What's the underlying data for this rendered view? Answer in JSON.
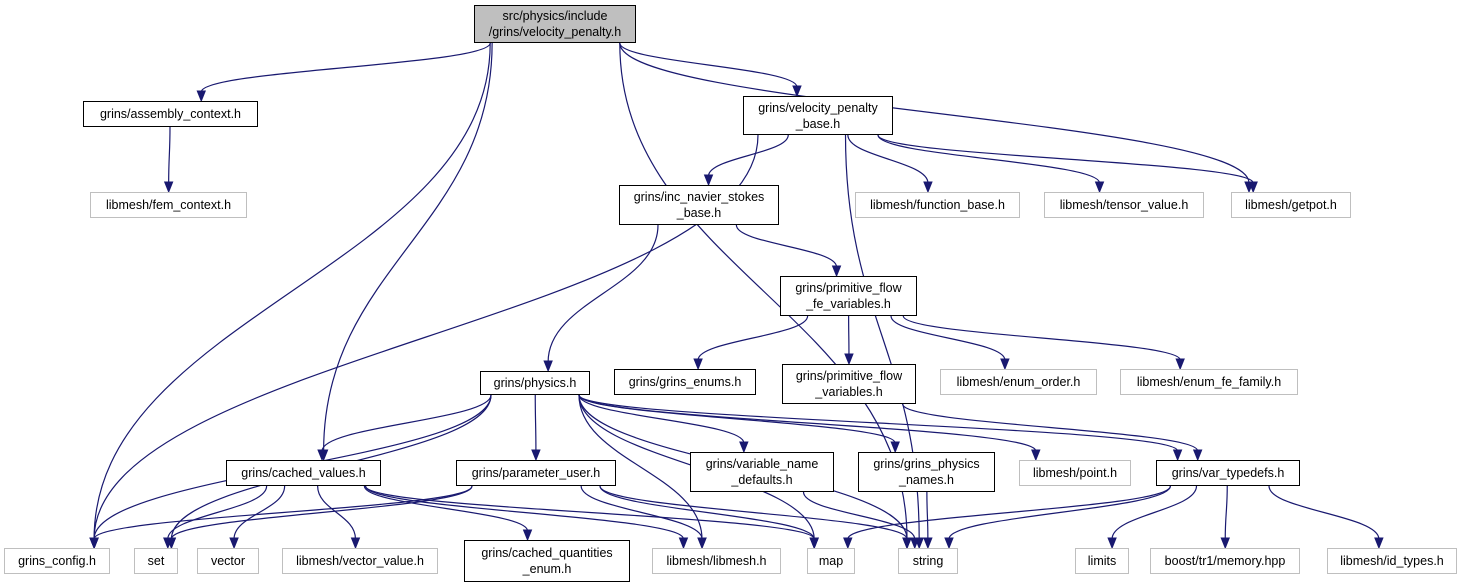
{
  "colors": {
    "edge": "#191970",
    "root_fill": "#bfbfbf",
    "internal_border": "#000000",
    "external_border": "#bfbfbf"
  },
  "nodes": [
    {
      "id": "root",
      "label": "src/physics/include\n/grins/velocity_penalty.h",
      "kind": "root"
    },
    {
      "id": "assembly",
      "label": "grins/assembly_context.h",
      "kind": "internal"
    },
    {
      "id": "vpbase",
      "label": "grins/velocity_penalty\n_base.h",
      "kind": "internal"
    },
    {
      "id": "femctx",
      "label": "libmesh/fem_context.h",
      "kind": "external"
    },
    {
      "id": "incns",
      "label": "grins/inc_navier_stokes\n_base.h",
      "kind": "internal"
    },
    {
      "id": "funcbase",
      "label": "libmesh/function_base.h",
      "kind": "external"
    },
    {
      "id": "tensor",
      "label": "libmesh/tensor_value.h",
      "kind": "external"
    },
    {
      "id": "getpot",
      "label": "libmesh/getpot.h",
      "kind": "external"
    },
    {
      "id": "primfe",
      "label": "grins/primitive_flow\n_fe_variables.h",
      "kind": "internal"
    },
    {
      "id": "physics",
      "label": "grins/physics.h",
      "kind": "internal"
    },
    {
      "id": "enums",
      "label": "grins/grins_enums.h",
      "kind": "internal"
    },
    {
      "id": "primvars",
      "label": "grins/primitive_flow\n_variables.h",
      "kind": "internal"
    },
    {
      "id": "enumorder",
      "label": "libmesh/enum_order.h",
      "kind": "external"
    },
    {
      "id": "enumfe",
      "label": "libmesh/enum_fe_family.h",
      "kind": "external"
    },
    {
      "id": "cached",
      "label": "grins/cached_values.h",
      "kind": "internal"
    },
    {
      "id": "paramuser",
      "label": "grins/parameter_user.h",
      "kind": "internal"
    },
    {
      "id": "varname",
      "label": "grins/variable_name\n_defaults.h",
      "kind": "internal"
    },
    {
      "id": "physnames",
      "label": "grins/grins_physics\n_names.h",
      "kind": "internal"
    },
    {
      "id": "point",
      "label": "libmesh/point.h",
      "kind": "external"
    },
    {
      "id": "vartype",
      "label": "grins/var_typedefs.h",
      "kind": "internal"
    },
    {
      "id": "config",
      "label": "grins_config.h",
      "kind": "external"
    },
    {
      "id": "set",
      "label": "set",
      "kind": "external"
    },
    {
      "id": "vector",
      "label": "vector",
      "kind": "external"
    },
    {
      "id": "vecval",
      "label": "libmesh/vector_value.h",
      "kind": "external"
    },
    {
      "id": "cqenum",
      "label": "grins/cached_quantities\n_enum.h",
      "kind": "internal"
    },
    {
      "id": "libmesh",
      "label": "libmesh/libmesh.h",
      "kind": "external"
    },
    {
      "id": "map",
      "label": "map",
      "kind": "external"
    },
    {
      "id": "string",
      "label": "string",
      "kind": "external"
    },
    {
      "id": "limits",
      "label": "limits",
      "kind": "external"
    },
    {
      "id": "boost",
      "label": "boost/tr1/memory.hpp",
      "kind": "external"
    },
    {
      "id": "idtypes",
      "label": "libmesh/id_types.h",
      "kind": "external"
    }
  ],
  "edges": [
    [
      "root",
      "assembly"
    ],
    [
      "root",
      "vpbase"
    ],
    [
      "root",
      "cached"
    ],
    [
      "root",
      "config"
    ],
    [
      "root",
      "string"
    ],
    [
      "root",
      "getpot"
    ],
    [
      "assembly",
      "femctx"
    ],
    [
      "vpbase",
      "incns"
    ],
    [
      "vpbase",
      "funcbase"
    ],
    [
      "vpbase",
      "tensor"
    ],
    [
      "vpbase",
      "getpot"
    ],
    [
      "vpbase",
      "config"
    ],
    [
      "vpbase",
      "string"
    ],
    [
      "incns",
      "primfe"
    ],
    [
      "incns",
      "physics"
    ],
    [
      "primfe",
      "enums"
    ],
    [
      "primfe",
      "primvars"
    ],
    [
      "primfe",
      "enumorder"
    ],
    [
      "primfe",
      "enumfe"
    ],
    [
      "primvars",
      "vartype"
    ],
    [
      "physics",
      "config"
    ],
    [
      "physics",
      "set"
    ],
    [
      "physics",
      "cached"
    ],
    [
      "physics",
      "paramuser"
    ],
    [
      "physics",
      "varname"
    ],
    [
      "physics",
      "physnames"
    ],
    [
      "physics",
      "point"
    ],
    [
      "physics",
      "vartype"
    ],
    [
      "physics",
      "libmesh"
    ],
    [
      "physics",
      "map"
    ],
    [
      "physics",
      "string"
    ],
    [
      "cached",
      "set"
    ],
    [
      "cached",
      "vector"
    ],
    [
      "cached",
      "vecval"
    ],
    [
      "cached",
      "cqenum"
    ],
    [
      "cached",
      "libmesh"
    ],
    [
      "cached",
      "map"
    ],
    [
      "paramuser",
      "config"
    ],
    [
      "paramuser",
      "set"
    ],
    [
      "paramuser",
      "libmesh"
    ],
    [
      "paramuser",
      "map"
    ],
    [
      "paramuser",
      "string"
    ],
    [
      "varname",
      "string"
    ],
    [
      "physnames",
      "string"
    ],
    [
      "vartype",
      "map"
    ],
    [
      "vartype",
      "string"
    ],
    [
      "vartype",
      "limits"
    ],
    [
      "vartype",
      "boost"
    ],
    [
      "vartype",
      "idtypes"
    ]
  ]
}
